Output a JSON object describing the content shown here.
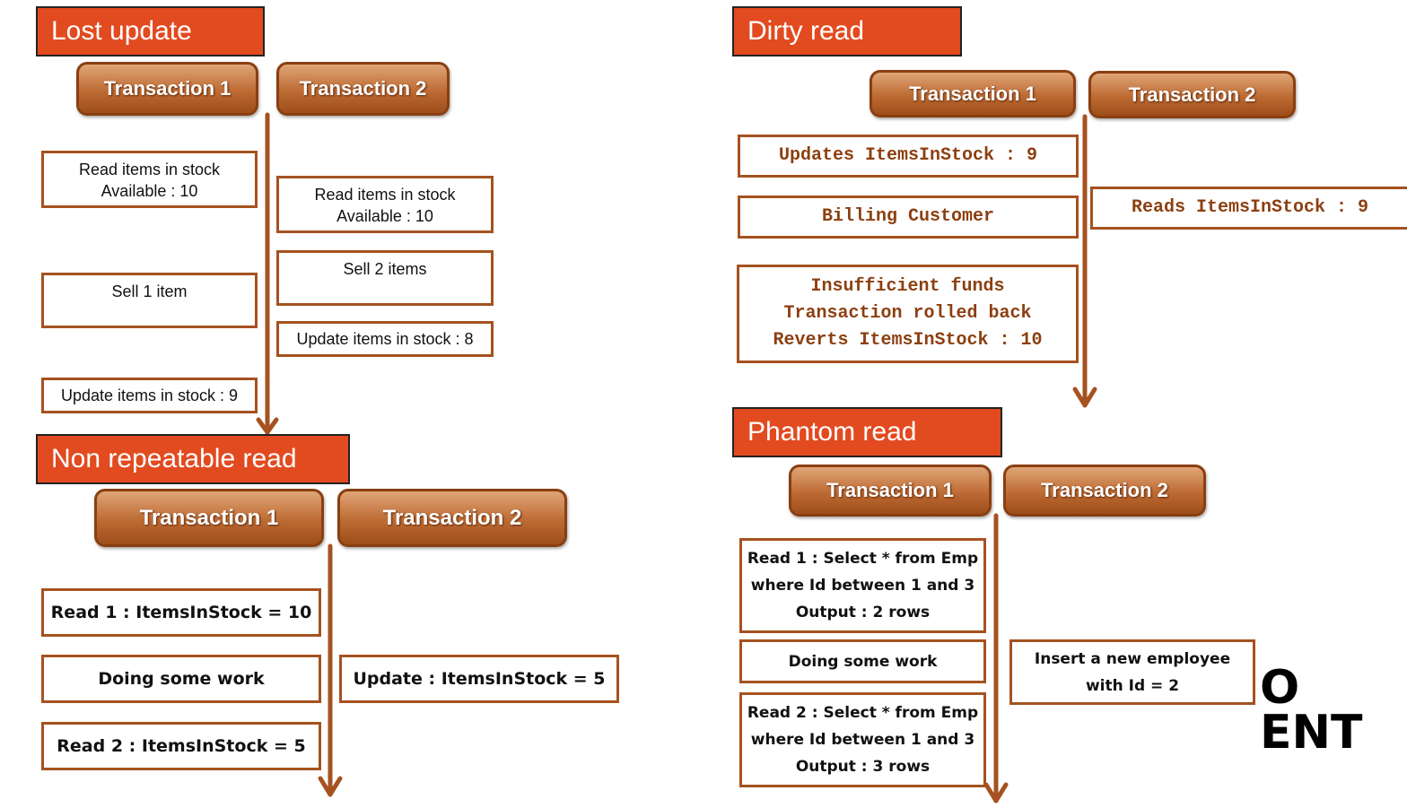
{
  "colors": {
    "title_bg": "#e24a1f",
    "pill": "#b8652c",
    "border": "#a55220",
    "mono_text": "#8c3f10"
  },
  "lost_update": {
    "title": "Lost update",
    "t1": "Transaction 1",
    "t2": "Transaction 2",
    "t1_steps": [
      "Read items in stock\nAvailable : 10",
      "Sell 1 item",
      "Update items in stock : 9"
    ],
    "t2_steps": [
      "Read items in stock\nAvailable : 10",
      "Sell 2 items",
      "Update items in stock : 8"
    ]
  },
  "dirty_read": {
    "title": "Dirty read",
    "t1": "Transaction 1",
    "t2": "Transaction 2",
    "t1_steps": [
      "Updates ItemsInStock : 9",
      "Billing Customer",
      "Insufficient funds\nTransaction rolled back\nReverts ItemsInStock : 10"
    ],
    "t2_steps": [
      "Reads ItemsInStock : 9"
    ]
  },
  "non_repeatable_read": {
    "title": "Non repeatable read",
    "t1": "Transaction 1",
    "t2": "Transaction 2",
    "t1_steps": [
      "Read 1 : ItemsInStock = 10",
      "Doing some work",
      "Read 2 : ItemsInStock = 5"
    ],
    "t2_steps": [
      "Update : ItemsInStock = 5"
    ]
  },
  "phantom_read": {
    "title": "Phantom read",
    "t1": "Transaction 1",
    "t2": "Transaction 2",
    "t1_steps": [
      "Read 1 : Select * from Emp\nwhere Id between 1 and 3\nOutput : 2 rows",
      "Doing some work",
      "Read 2 : Select * from Emp\nwhere Id between 1 and 3\nOutput : 3 rows"
    ],
    "t2_steps": [
      "Insert a new employee\nwith Id = 2"
    ]
  },
  "watermark": "O\nENT"
}
